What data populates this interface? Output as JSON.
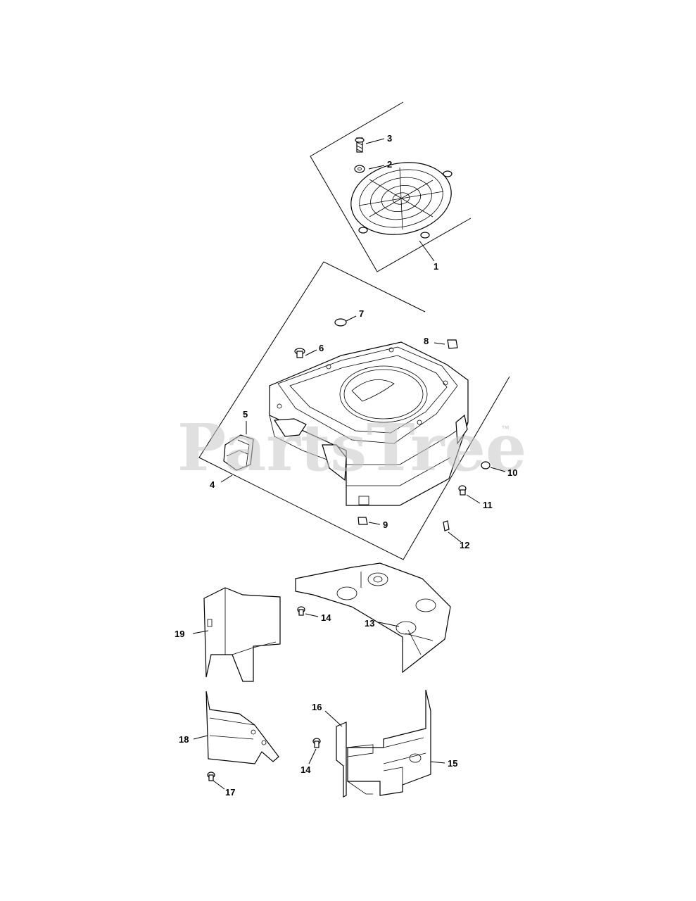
{
  "watermark": {
    "text": "PartsTree",
    "trademark": "™"
  },
  "callouts": [
    "1",
    "2",
    "3",
    "4",
    "5",
    "6",
    "7",
    "8",
    "9",
    "10",
    "11",
    "12",
    "13",
    "14",
    "14",
    "15",
    "16",
    "17",
    "18",
    "19"
  ]
}
